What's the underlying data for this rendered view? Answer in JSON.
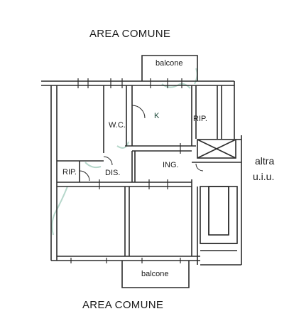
{
  "labels": {
    "area_top": "AREA COMUNE",
    "area_bottom": "AREA COMUNE",
    "balcone_top": "balcone",
    "balcone_bottom": "balcone",
    "wc": "W.C.",
    "kitchen": "K",
    "rip_right": "RIP.",
    "rip_left": "RIP.",
    "dis": "DIS.",
    "ing": "ING.",
    "altra": "altra",
    "uiu": "u.i.u."
  },
  "colors": {
    "wall": "#2b2b2b",
    "ink": "#1a1a1a",
    "stamp": "#2e8b6a"
  }
}
